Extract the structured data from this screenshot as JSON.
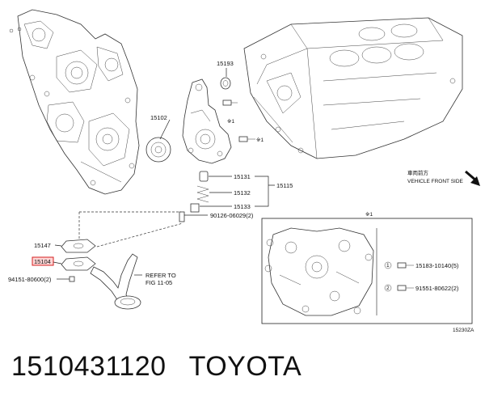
{
  "labels": {
    "p15193": "15193",
    "p15102": "15102",
    "p15131": "15131",
    "p15132": "15132",
    "p15133": "15133",
    "p15115": "15115",
    "p90126": "90126-06029(2)",
    "p15147": "15147",
    "p15104": "15104",
    "p94151": "94151-80600(2)",
    "refer1": "REFER TO",
    "refer2": "FIG 11-05",
    "mark1": "※1",
    "mark1b": "※1",
    "mark1c": "※1",
    "vehicle_jp": "車両前方",
    "vehicle_en": "VEHICLE FRONT SIDE",
    "bolt1_num": "1",
    "bolt1": "15183-10140(5)",
    "bolt2_num": "2",
    "bolt2": "91551-80622(2)",
    "diagram_code": "15230ZA"
  },
  "caption": {
    "part_number": "1510431120",
    "brand": "TOYOTA"
  },
  "colors": {
    "highlight_fill": "#ffd6d6",
    "highlight_stroke": "#d62020"
  }
}
